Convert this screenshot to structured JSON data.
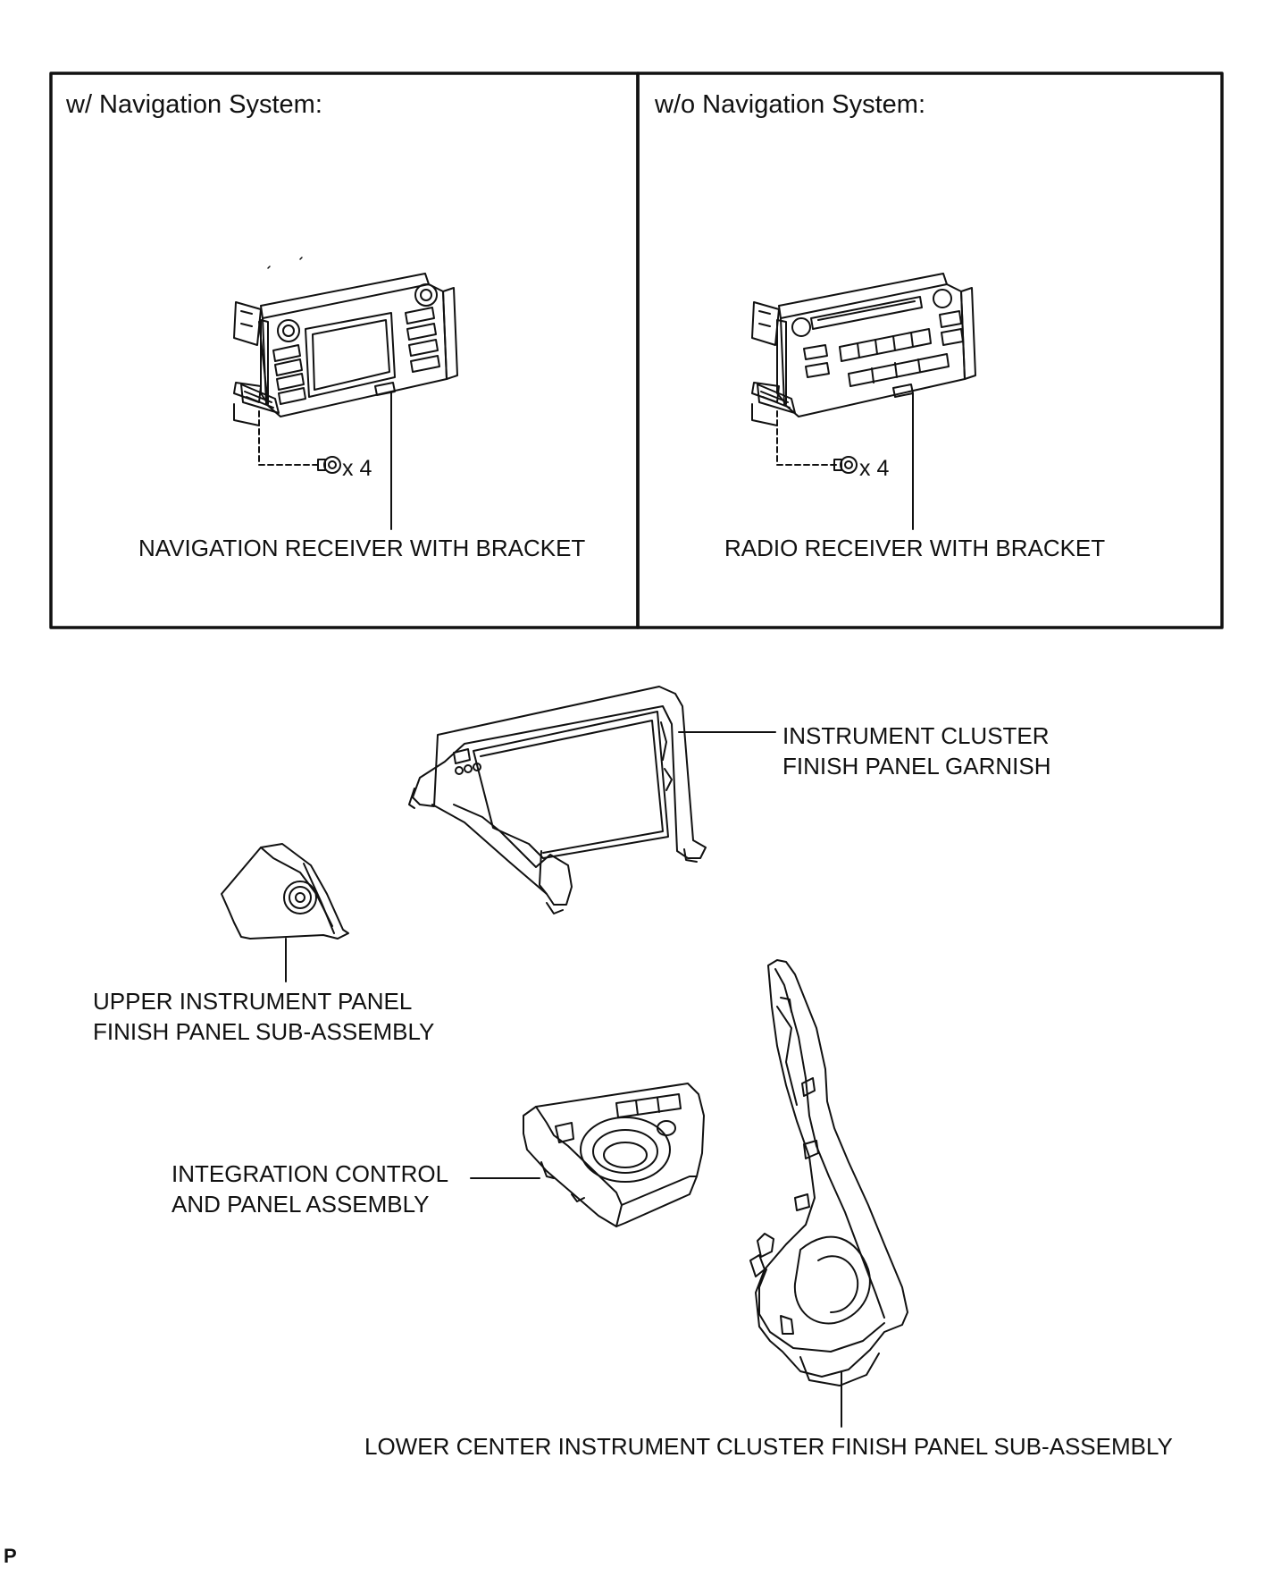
{
  "panels": [
    {
      "heading": "w/ Navigation System:",
      "quantity": "x 4",
      "part": "NAVIGATION RECEIVER WITH BRACKET"
    },
    {
      "heading": "w/o Navigation System:",
      "quantity": "x 4",
      "part": "RADIO RECEIVER WITH BRACKET"
    }
  ],
  "parts": {
    "garnish_line1": "INSTRUMENT CLUSTER",
    "garnish_line2": "FINISH PANEL GARNISH",
    "upper_line1": "UPPER INSTRUMENT PANEL",
    "upper_line2": "FINISH PANEL SUB-ASSEMBLY",
    "integration_line1": "INTEGRATION CONTROL",
    "integration_line2": "AND PANEL ASSEMBLY",
    "lower": "LOWER CENTER INSTRUMENT CLUSTER FINISH PANEL SUB-ASSEMBLY"
  },
  "footer_mark": "P",
  "colors": {
    "ink": "#111111",
    "paper": "#ffffff"
  }
}
